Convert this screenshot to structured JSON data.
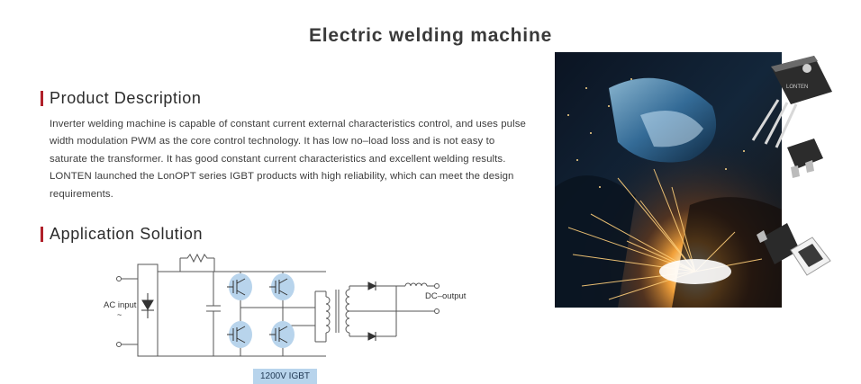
{
  "page": {
    "title": "Electric welding machine"
  },
  "sections": {
    "description": {
      "heading": "Product Description",
      "paragraphs": [
        "Inverter welding machine is capable of constant current external characteristics control, and uses pulse width modulation PWM as the core control technology. It has low no–load loss and is not easy to saturate the transformer. It has good constant current characteristics and excellent welding results.",
        "LONTEN launched the LonOPT series IGBT products with high reliability, which can meet the design requirements."
      ]
    },
    "application": {
      "heading": "Application Solution"
    }
  },
  "circuit": {
    "ac_label": "AC input",
    "ac_symbol": "~",
    "dc_label": "DC–output",
    "badge": "1200V  IGBT"
  },
  "components": {
    "brand_mark": "LONTEN"
  },
  "colors": {
    "accent": "#b0202a",
    "igbt_highlight": "#b8d4ec",
    "photo_bg": "#0d1a2a"
  },
  "icons": [
    "to247-package-icon",
    "dpak-package-icon",
    "to263-package-icon",
    "dfn-package-icon"
  ]
}
